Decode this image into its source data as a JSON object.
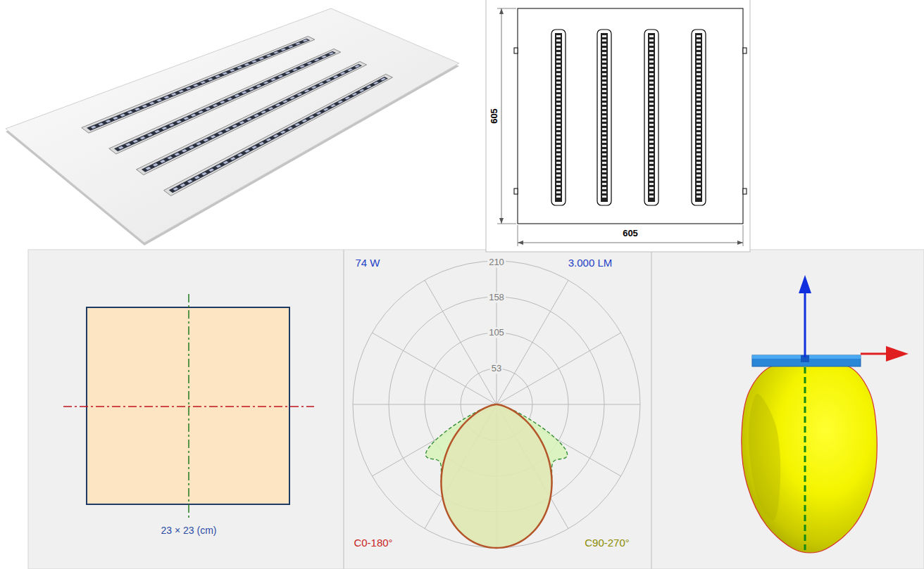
{
  "diagram": {
    "labels": [
      "605",
      "605",
      "74 W",
      "210",
      "3.000 LM",
      "158",
      "105",
      "53",
      "23 × 23 (cm)",
      "C0-180°",
      "C90-270°"
    ]
  }
}
